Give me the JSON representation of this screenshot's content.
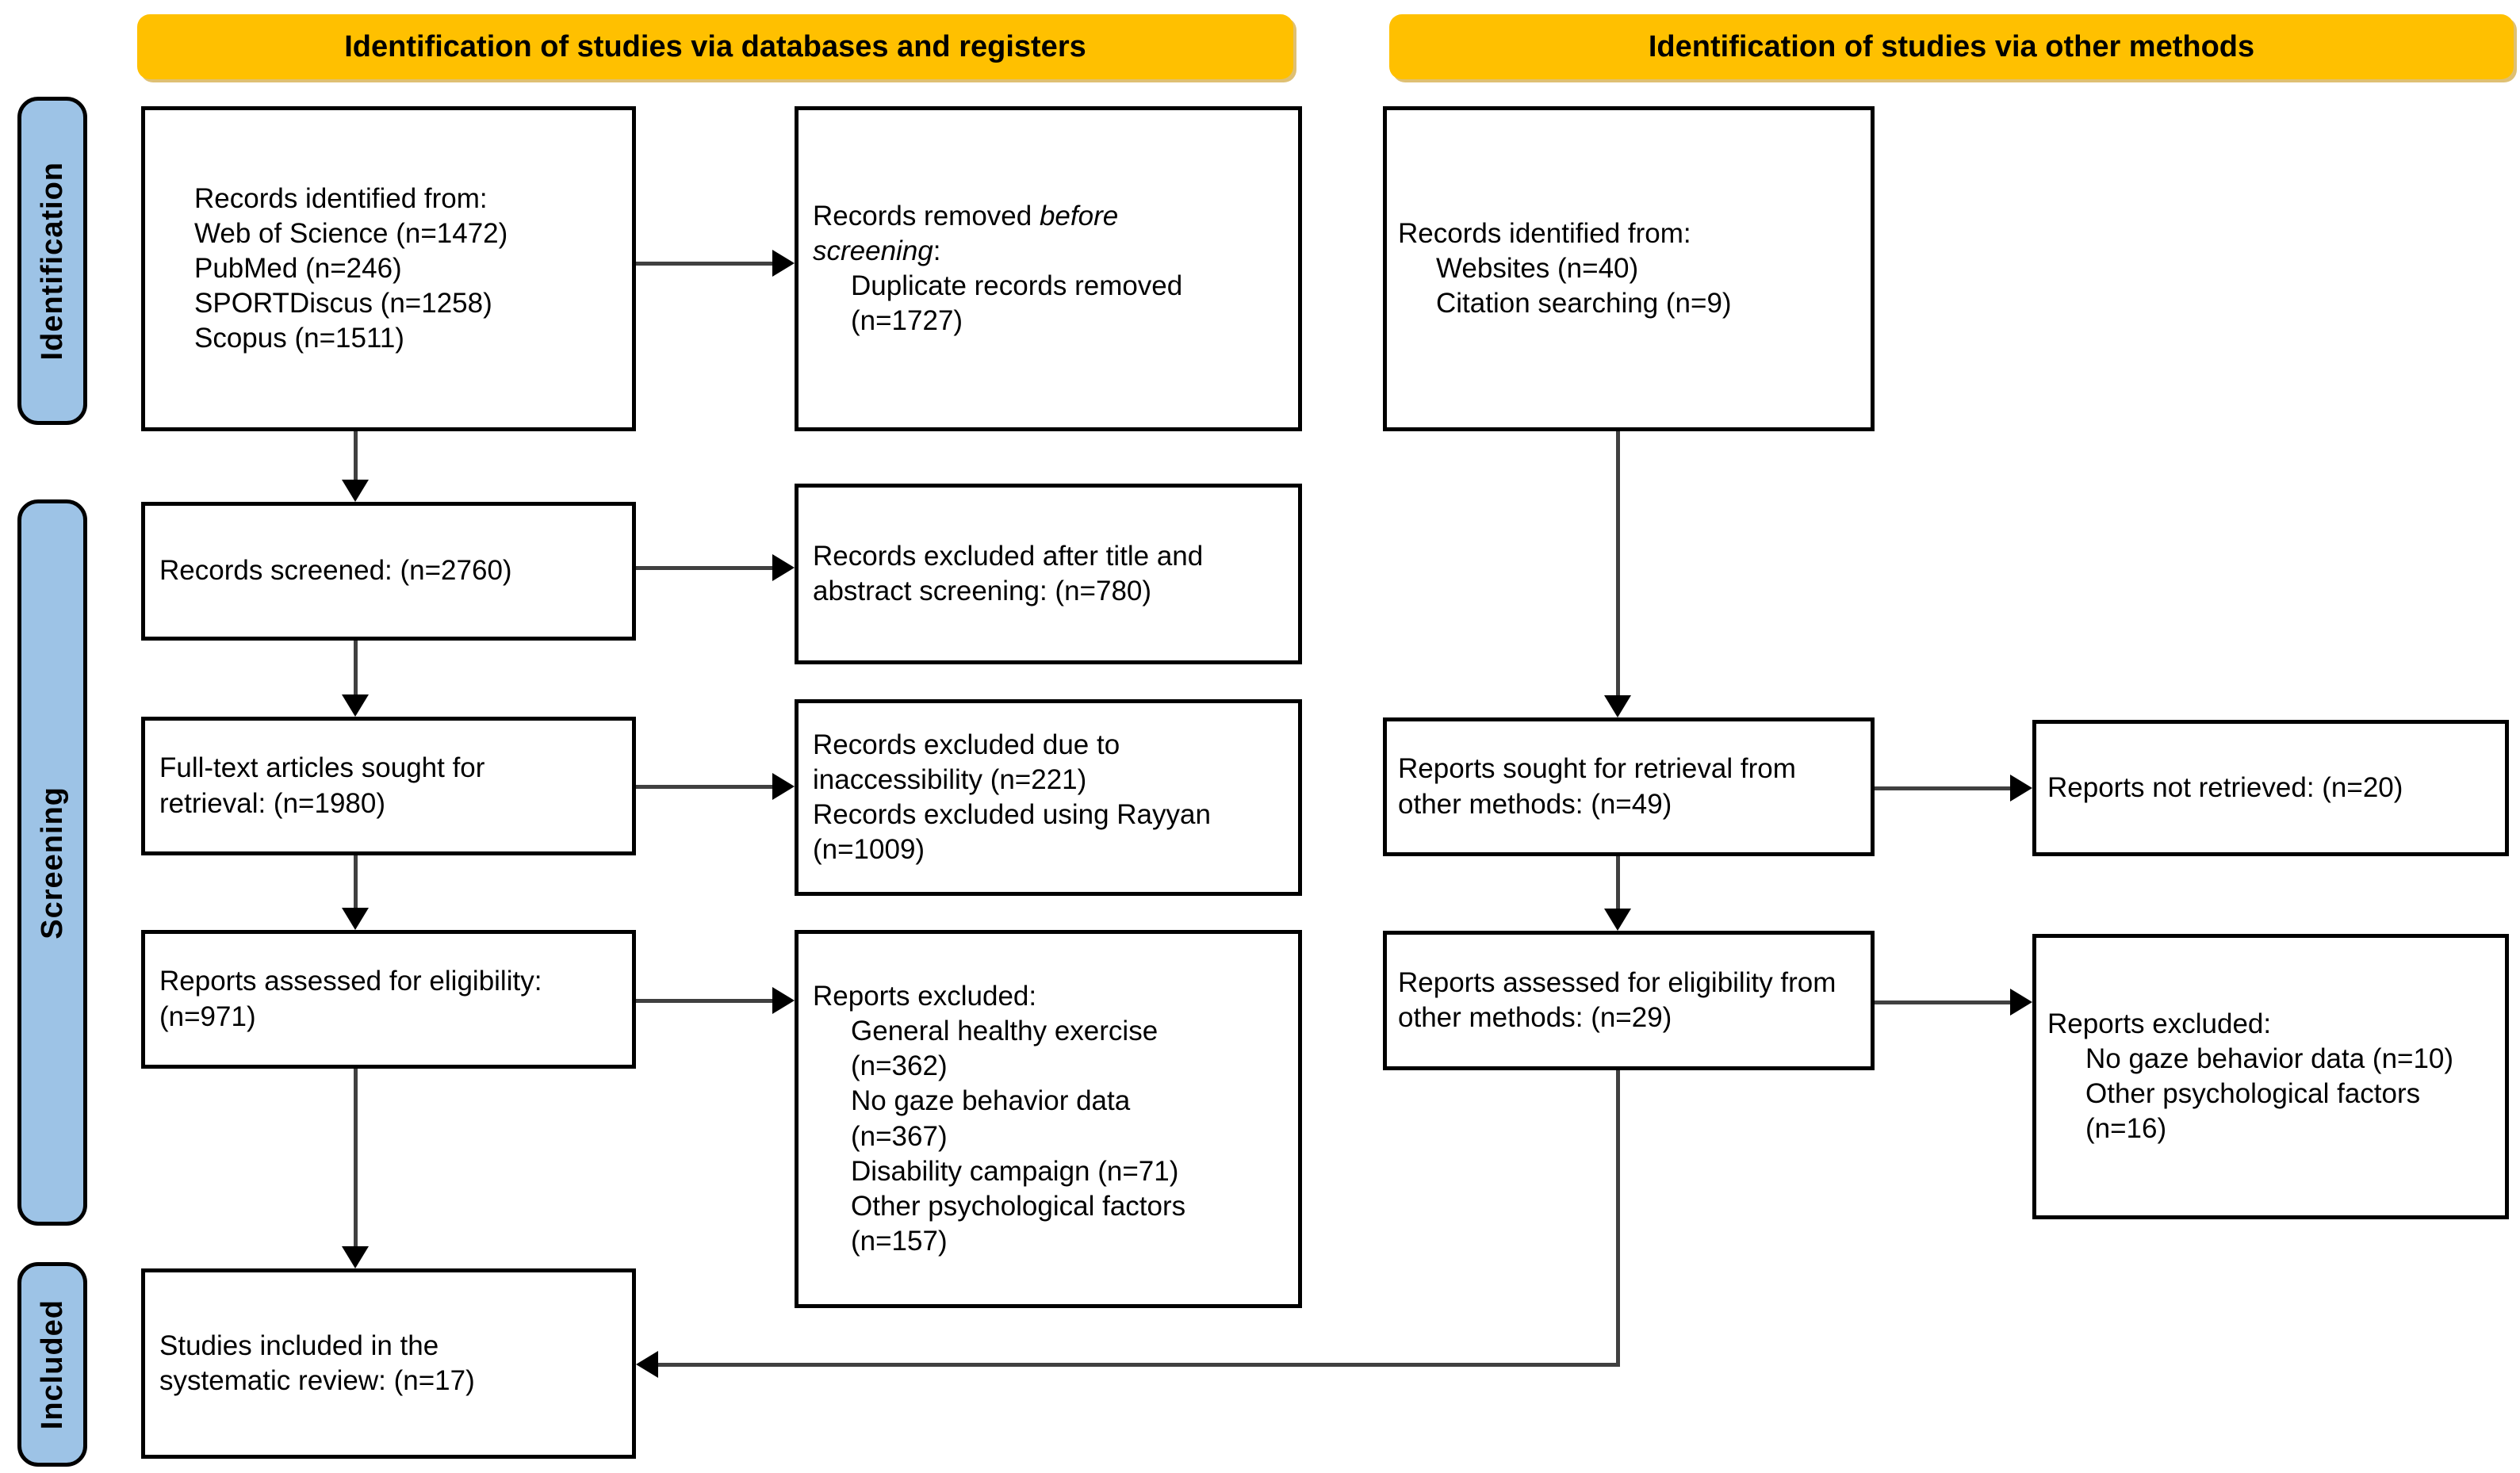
{
  "banners": {
    "left": "Identification of studies via databases and registers",
    "right": "Identification of studies via other methods"
  },
  "side_labels": {
    "identification": "Identification",
    "screening": "Screening",
    "included": "Included"
  },
  "colors": {
    "banner_bg": "#FFC000",
    "side_label_bg": "#9DC3E6",
    "box_border": "#000000",
    "arrow_line": "#404040",
    "arrow_head": "#000000"
  },
  "boxes": {
    "records_identified": {
      "lines": [
        "Records identified from:",
        "Web of Science (n=1472)",
        "PubMed (n=246)",
        "SPORTDiscus (n=1258)",
        "Scopus (n=1511)"
      ]
    },
    "records_removed": {
      "prefix": "Records removed ",
      "italic": "before screening",
      "suffix": ":",
      "items": [
        "Duplicate records removed (n=1727)"
      ]
    },
    "records_identified_other": {
      "title": "Records identified from:",
      "items": [
        "Websites (n=40)",
        "Citation searching (n=9)"
      ]
    },
    "records_screened": {
      "text": "Records screened: (n=2760)"
    },
    "records_excluded_title": {
      "text": "Records excluded after title and abstract screening: (n=780)"
    },
    "fulltext_sought": {
      "text": "Full-text articles sought for retrieval: (n=1980)"
    },
    "records_excluded_inaccess": {
      "lines": [
        "Records excluded due to inaccessibility (n=221)",
        "Records excluded using Rayyan (n=1009)"
      ]
    },
    "reports_sought_other": {
      "text": "Reports sought for retrieval from other methods: (n=49)"
    },
    "reports_not_retrieved": {
      "text": "Reports not retrieved: (n=20)"
    },
    "reports_assessed": {
      "text": "Reports assessed for eligibility: (n=971)"
    },
    "reports_excluded": {
      "title": "Reports excluded:",
      "items": [
        "General healthy exercise (n=362)",
        "No gaze behavior data (n=367)",
        "Disability campaign (n=71)",
        "Other psychological factors (n=157)"
      ]
    },
    "reports_assessed_other": {
      "text": "Reports assessed for eligibility from other methods: (n=29)"
    },
    "reports_excluded_other": {
      "title": "Reports excluded:",
      "items": [
        "No gaze behavior data (n=10)",
        "Other psychological factors (n=16)"
      ]
    },
    "studies_included": {
      "text": "Studies included in the systematic review: (n=17)"
    }
  }
}
